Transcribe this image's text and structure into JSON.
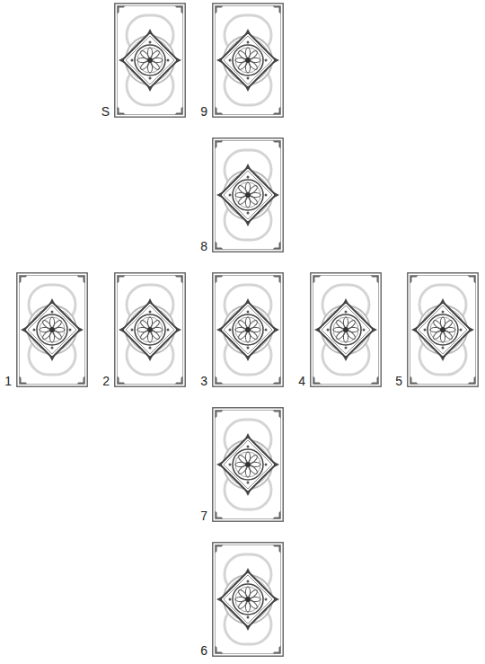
{
  "diagram": {
    "nodes": [
      {
        "text": [
          "S"
        ]
      },
      {
        "text": [
          "9"
        ]
      },
      {
        "text": [
          "8"
        ]
      },
      {
        "text": [
          "1"
        ]
      },
      {
        "text": [
          "2"
        ]
      },
      {
        "text": [
          "3"
        ]
      },
      {
        "text": [
          "4"
        ]
      },
      {
        "text": [
          "5"
        ]
      },
      {
        "text": [
          "7"
        ]
      },
      {
        "text": [
          "6"
        ]
      }
    ]
  }
}
